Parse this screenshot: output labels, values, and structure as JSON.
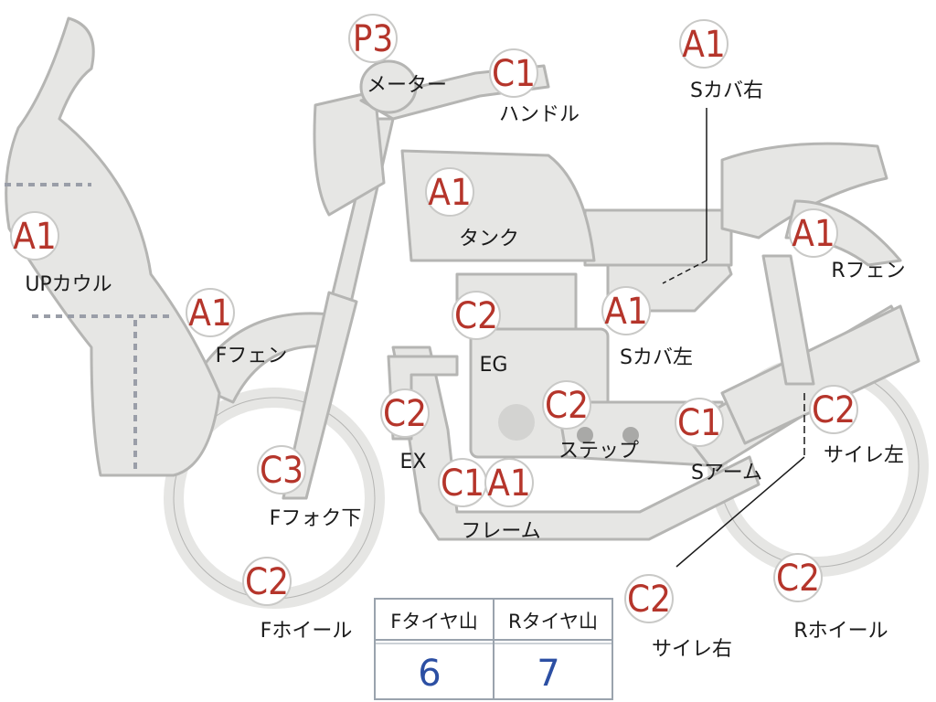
{
  "parts": [
    {
      "id": "meter",
      "grade": "P3",
      "label": "メーター"
    },
    {
      "id": "handle",
      "grade": "C1",
      "label": "ハンドル"
    },
    {
      "id": "side-cover-right",
      "grade": "A1",
      "label": "Sカバ右"
    },
    {
      "id": "tank",
      "grade": "A1",
      "label": "タンク"
    },
    {
      "id": "upper-cowl",
      "grade": "A1",
      "label": "UPカウル"
    },
    {
      "id": "rear-fender",
      "grade": "A1",
      "label": "Rフェン"
    },
    {
      "id": "front-fender",
      "grade": "A1",
      "label": "Fフェン"
    },
    {
      "id": "engine",
      "grade": "C2",
      "label": "EG"
    },
    {
      "id": "side-cover-left",
      "grade": "A1",
      "label": "Sカバ左"
    },
    {
      "id": "exhaust",
      "grade": "C2",
      "label": "EX"
    },
    {
      "id": "step",
      "grade": "C2",
      "label": "ステップ"
    },
    {
      "id": "swing-arm",
      "grade": "C1",
      "label": "Sアーム"
    },
    {
      "id": "muffler-left",
      "grade": "C2",
      "label": "サイレ左"
    },
    {
      "id": "front-fork-lower",
      "grade": "C3",
      "label": "Fフォク下"
    },
    {
      "id": "frame",
      "grade": "C1",
      "grade2": "A1",
      "label": "フレーム"
    },
    {
      "id": "front-wheel",
      "grade": "C2",
      "label": "Fホイール"
    },
    {
      "id": "muffler-right",
      "grade": "C2",
      "label": "サイレ右"
    },
    {
      "id": "rear-wheel",
      "grade": "C2",
      "label": "Rホイール"
    }
  ],
  "tire_table": {
    "front_header": "Fタイヤ山",
    "rear_header": "Rタイヤ山",
    "front_value": "6",
    "rear_value": "7"
  },
  "colors": {
    "grade_text": "#b5352b",
    "body_fill": "#e6e6e4",
    "body_stroke": "#b5b5b3",
    "value_text": "#2c4fa3"
  }
}
